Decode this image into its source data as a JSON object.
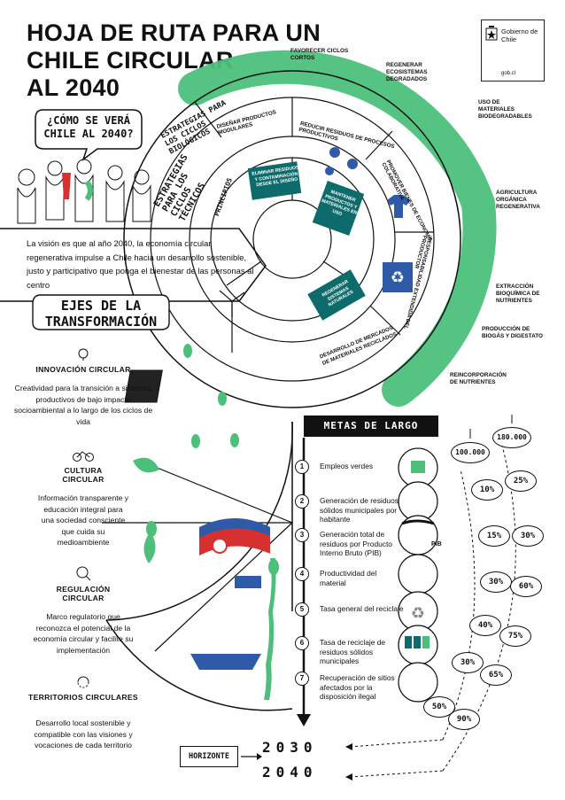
{
  "header": {
    "title_lines": [
      "HOJA DE RUTA PARA UN",
      "CHILE CIRCULAR",
      "AL 2040"
    ],
    "gov_name": "Gobierno de Chile",
    "gov_site": "gob.cl"
  },
  "bubble_text": "¿CÓMO SE VERÁ CHILE AL 2040?",
  "vision_text": "La visión es que al año 2040, la economía circular regenerativa impulse a Chile hacia un desarrollo sostenible, justo y participativo que ponga el bienestar de las personas al centro",
  "circle": {
    "ring_bio": "ESTRATEGIAS PARA LOS CICLOS BIOLÓGICOS",
    "ring_tec": "ESTRATEGIAS PARA LOS CICLOS TÉCNICOS",
    "principios": "PRINCIPIOS",
    "segments": [
      "DISEÑAR PRODUCTOS MODULARES",
      "REDUCIR RESIDUOS DE PROCESOS PRODUCTIVOS",
      "PROMOVER BIENES DE ECONOMÍA COLABORATIVA",
      "RESPONSABILIDAD EXTENDIDA DEL PRODUCTOR",
      "DESARROLLO DE MERCADOS DE MATERIALES RECICLADOS"
    ],
    "principles": [
      "ELIMINAR RESIDUOS Y CONTAMINACIÓN DESDE EL DISEÑO",
      "MANTENER PRODUCTOS Y MATERIALES EN USO",
      "REGENERAR SISTEMAS NATURALES"
    ],
    "bio_labels": [
      "FAVORECER CICLOS CORTOS",
      "REGENERAR ECOSISTEMAS DEGRADADOS",
      "USO DE MATERIALES BIODEGRADABLES",
      "AGRICULTURA ORGÁNICA REGENERATIVA",
      "EXTRACCIÓN BIOQUÍMICA DE NUTRIENTES",
      "PRODUCCIÓN DE BIOGÁS Y DIGESTATO",
      "REINCORPORACIÓN DE NUTRIENTES"
    ]
  },
  "ejes_title": "EJES DE LA TRANSFORMACIÓN",
  "axes": [
    {
      "label": "INNOVACIÓN CIRCULAR",
      "desc": "Creatividad para la transición a sistemas productivos de bajo impacto socioambiental a lo largo de los ciclos de vida"
    },
    {
      "label": "CULTURA CIRCULAR",
      "desc": "Información transparente y educación integral para una sociedad consciente que cuida su medioambiente"
    },
    {
      "label": "REGULACIÓN CIRCULAR",
      "desc": "Marco regulatorio que reconozca el potencial de la economía circular y facilite su implementación"
    },
    {
      "label": "TERRITORIOS CIRCULARES",
      "desc": "Desarrollo local sostenible y compatible con las visiones y vocaciones de cada territorio"
    }
  ],
  "metas_title": "METAS DE LARGO PLAZO",
  "goals": [
    {
      "num": "1",
      "text": "Empleos verdes",
      "v2030": "100.000",
      "v2040": "180.000"
    },
    {
      "num": "2",
      "text": "Generación de residuos sólidos municipales por habitante",
      "v2030": "10%",
      "v2040": "25%"
    },
    {
      "num": "3",
      "text": "Generación total de residuos por Producto Interno Bruto (PIB)",
      "v2030": "15%",
      "v2040": "30%"
    },
    {
      "num": "4",
      "text": "Productividad del material",
      "v2030": "30%",
      "v2040": "60%"
    },
    {
      "num": "5",
      "text": "Tasa general del reciclaje",
      "v2030": "40%",
      "v2040": "75%"
    },
    {
      "num": "6",
      "text": "Tasa de reciclaje de residuos sólidos municipales",
      "v2030": "30%",
      "v2040": "65%"
    },
    {
      "num": "7",
      "text": "Recuperación de sitios afectados por la disposición ilegal",
      "v2030": "50%",
      "v2040": "90%"
    }
  ],
  "pib_label": "PIB",
  "horizonte": "HORIZONTE",
  "years": [
    "2030",
    "2040"
  ],
  "colors": {
    "green": "#4cc07a",
    "teal": "#0e6b6b",
    "blue": "#2e5aa8",
    "red": "#d63030",
    "ink": "#111111"
  }
}
